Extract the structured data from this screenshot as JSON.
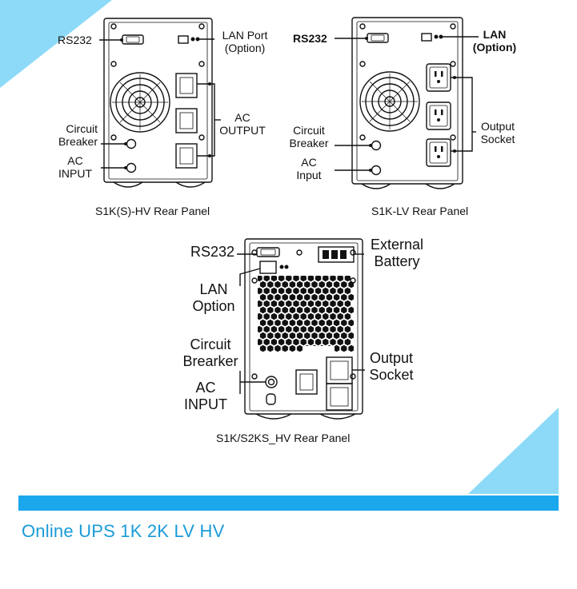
{
  "panel1": {
    "caption": "S1K(S)-HV Rear Panel",
    "labels": {
      "rs232": "RS232",
      "lan_line1": "LAN Port",
      "lan_line2": "(Option)",
      "ac_output_line1": "AC",
      "ac_output_line2": "OUTPUT",
      "breaker_line1": "Circuit",
      "breaker_line2": "Breaker",
      "ac_input_line1": "AC",
      "ac_input_line2": "INPUT"
    }
  },
  "panel2": {
    "caption": "S1K-LV Rear Panel",
    "labels": {
      "rs232": "RS232",
      "lan_line1": "LAN",
      "lan_line2": "(Option)",
      "output_line1": "Output",
      "output_line2": "Socket",
      "breaker_line1": "Circuit",
      "breaker_line2": "Breaker",
      "ac_input_line1": "AC",
      "ac_input_line2": "Input"
    }
  },
  "panel3": {
    "caption": "S1K/S2KS_HV Rear Panel",
    "labels": {
      "rs232": "RS232",
      "lan_line1": "LAN",
      "lan_line2": "Option",
      "breaker_line1": "Circuit",
      "breaker_line2": "Brearker",
      "ac_input_line1": "AC",
      "ac_input_line2": "INPUT",
      "ext_battery_line1": "External",
      "ext_battery_line2": "Battery",
      "output_line1": "Output",
      "output_line2": "Socket"
    }
  },
  "footer": {
    "title": "Online UPS 1K 2K LV HV"
  },
  "colors": {
    "accent_blue": "#1aa7ec",
    "corner_cyan": "#7fd6f7",
    "title_blue": "#1a9bd7"
  }
}
